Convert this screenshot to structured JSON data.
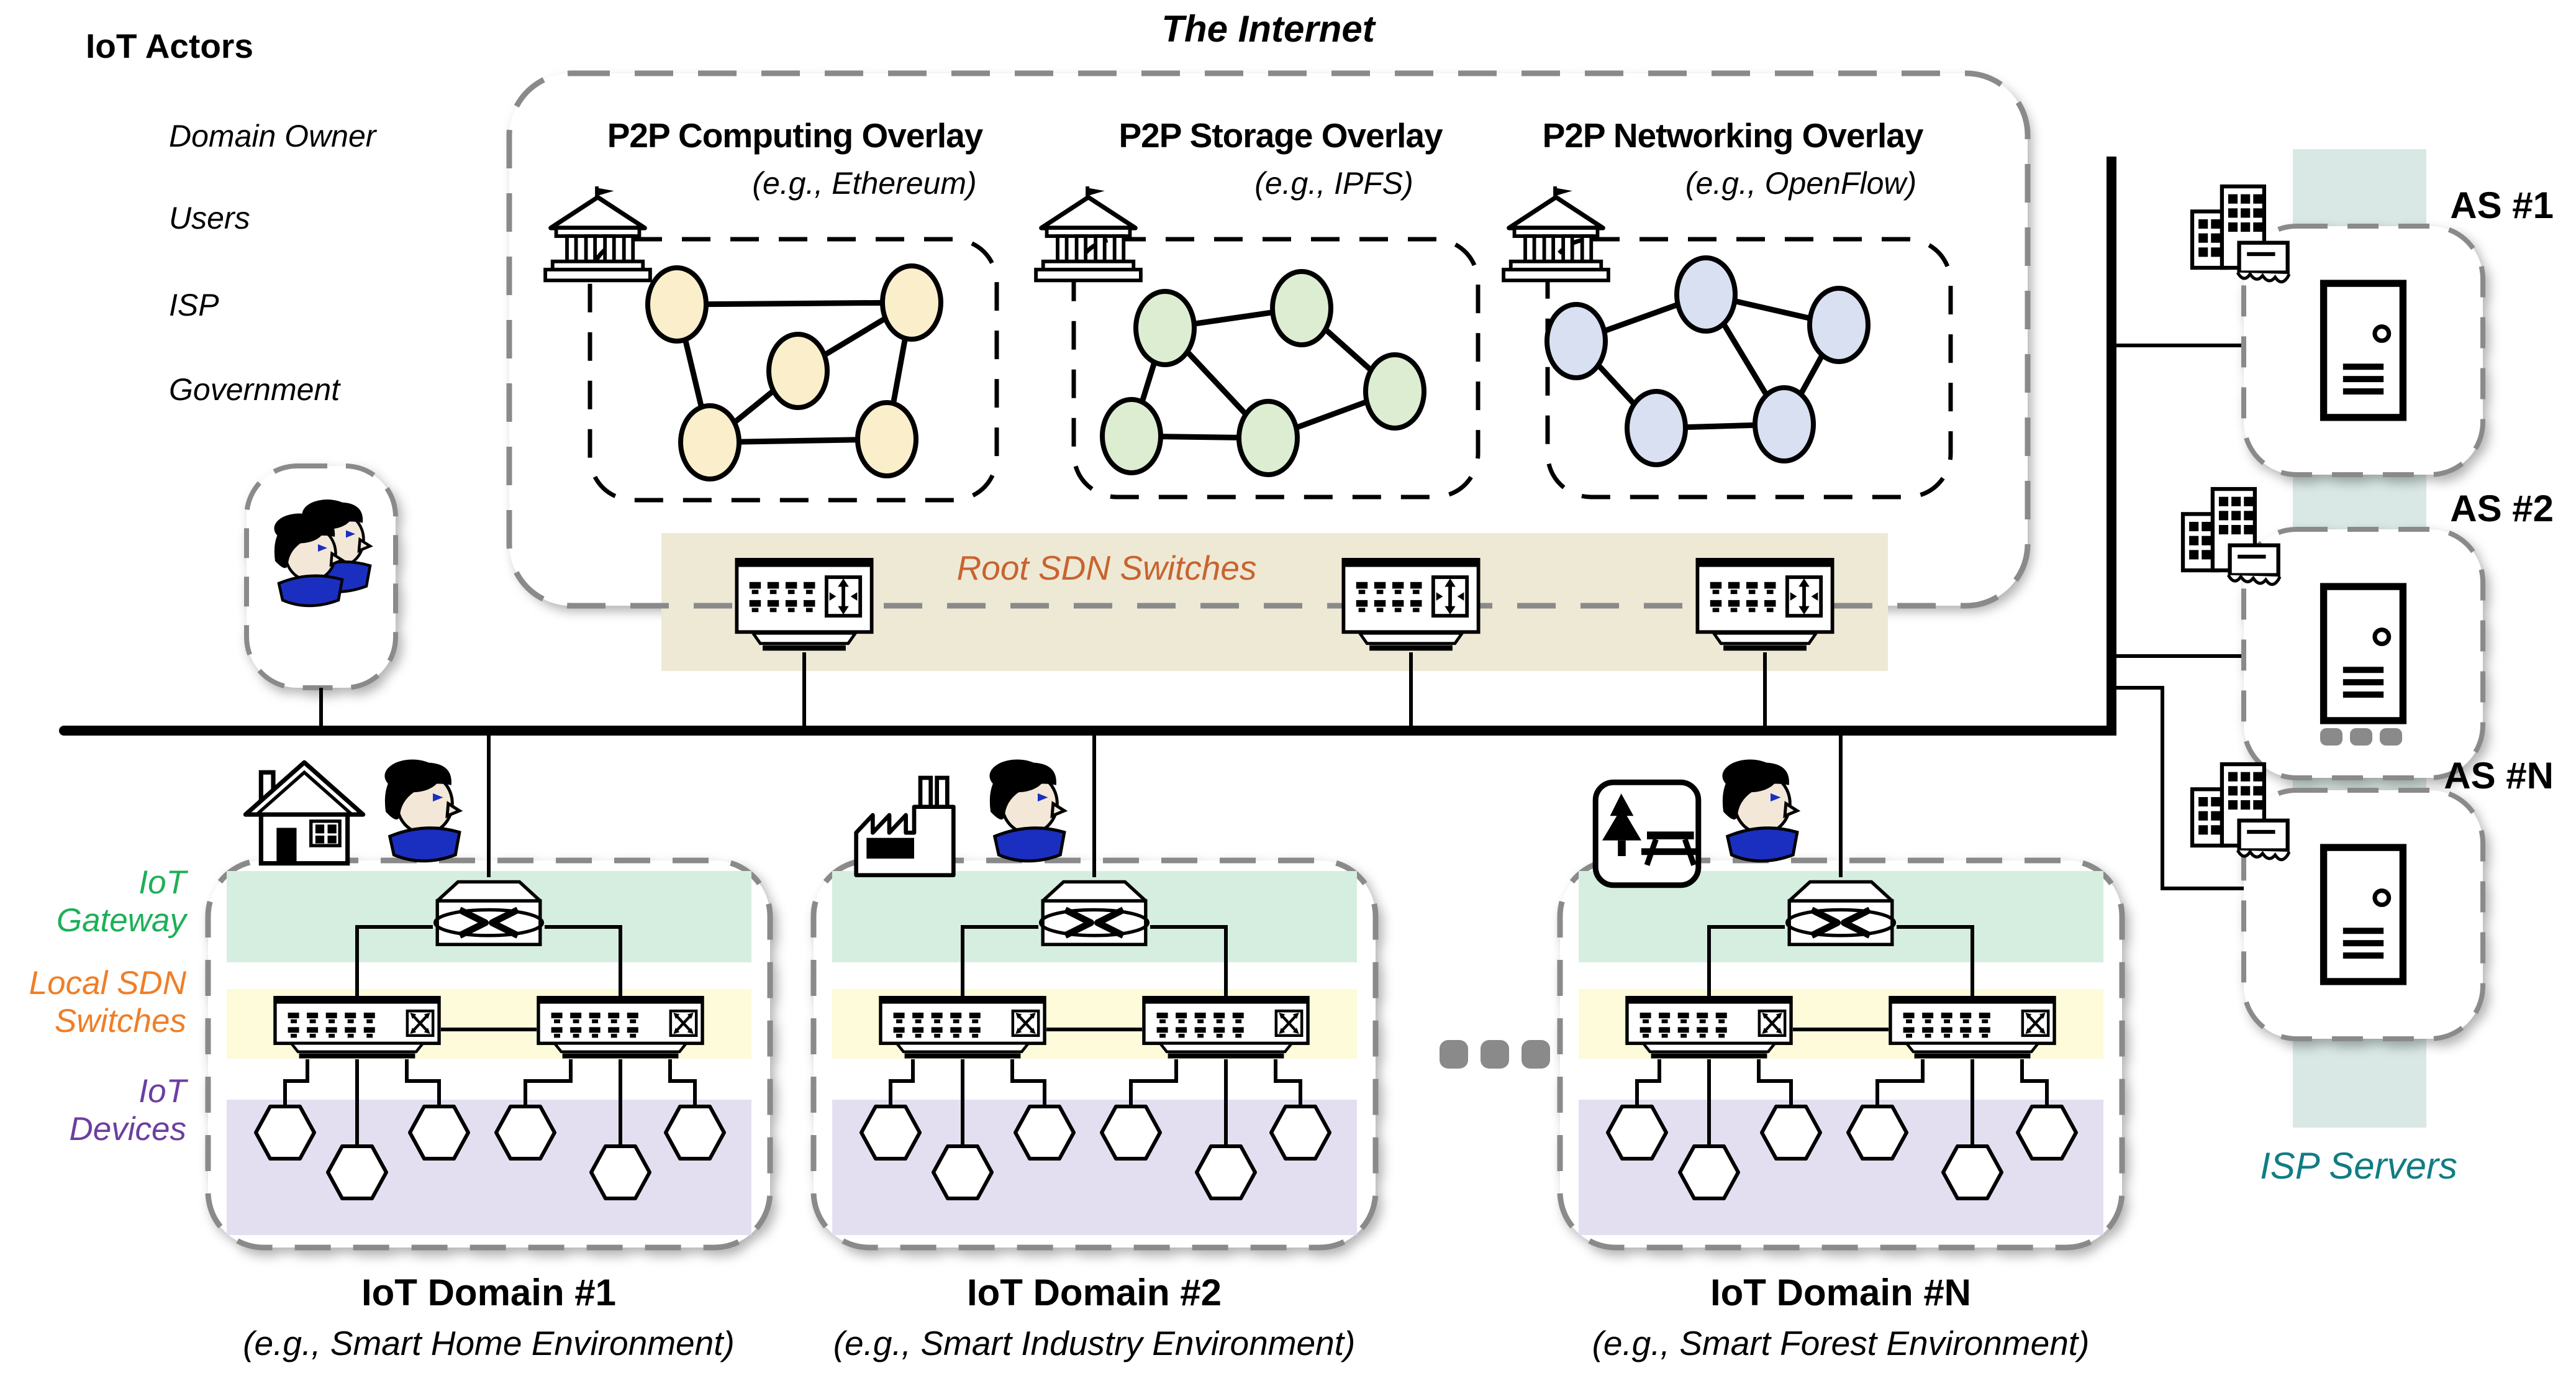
{
  "legend": {
    "title": "IoT Actors",
    "items": [
      {
        "label": "Domain Owner",
        "icon": "domain-owner-icon"
      },
      {
        "label": "Users",
        "icon": "users-icon"
      },
      {
        "label": "ISP",
        "icon": "isp-icon"
      },
      {
        "label": "Government",
        "icon": "government-icon"
      }
    ]
  },
  "internet": {
    "title": "The Internet",
    "overlays": [
      {
        "title": "P2P Computing Overlay",
        "subtitle": "(e.g., Ethereum)",
        "node_color": "#FAEECB"
      },
      {
        "title": "P2P Storage Overlay",
        "subtitle": "(e.g., IPFS)",
        "node_color": "#DCEDD2"
      },
      {
        "title": "P2P Networking Overlay",
        "subtitle": "(e.g., OpenFlow)",
        "node_color": "#D8E0F2"
      }
    ],
    "root_switches_label": "Root SDN Switches"
  },
  "layers": [
    {
      "label": "IoT Gateway",
      "color": "#1DB057"
    },
    {
      "label": "Local SDN Switches",
      "color": "#F07E26"
    },
    {
      "label": "IoT Devices",
      "color": "#6B3FA0"
    }
  ],
  "domains": [
    {
      "title": "IoT Domain #1",
      "subtitle": "(e.g., Smart Home Environment)",
      "site_icon": "house-icon"
    },
    {
      "title": "IoT Domain #2",
      "subtitle": "(e.g., Smart Industry Environment)",
      "site_icon": "factory-icon"
    },
    {
      "title": "IoT Domain #N",
      "subtitle": "(e.g., Smart Forest Environment)",
      "site_icon": "park-icon"
    }
  ],
  "isp_column": {
    "as_labels": [
      "AS #1",
      "AS #2",
      "AS #N"
    ],
    "servers_label": "ISP Servers"
  },
  "colors": {
    "band_gateway": "#D5EEDF",
    "band_switches": "#FDFBD9",
    "band_devices": "#E4DFF0",
    "band_root": "#EEE9D5",
    "band_isp": "#D9E8E5",
    "label_root": "#C9632F",
    "label_isp_servers": "#117C84",
    "dashed_box_gray": "#8A8A8A",
    "line_black": "#000000"
  }
}
